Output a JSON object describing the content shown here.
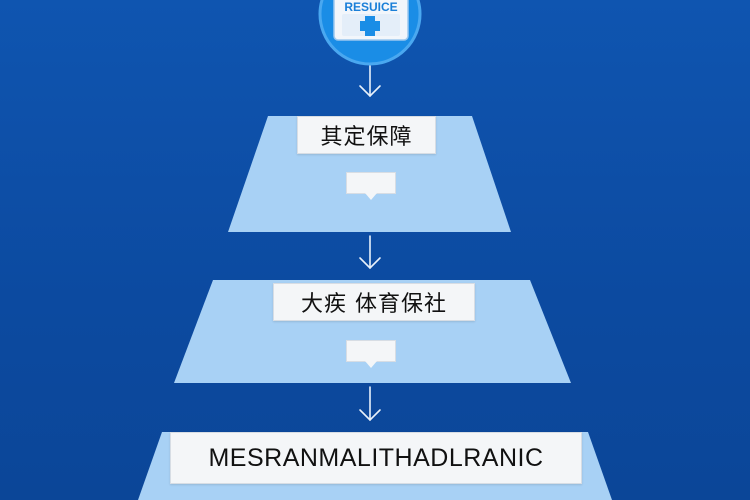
{
  "badge": {
    "text": "RESUICE",
    "icon": "medical-cross-icon"
  },
  "stages": [
    {
      "label": "其定保障"
    },
    {
      "label": "大疾 体育保社"
    },
    {
      "label": "MESRANMALITHADLRANIC"
    }
  ],
  "colors": {
    "background": "#0d4ea6",
    "funnel_fill": "#a8d1f5",
    "badge_fill": "#1a8de6",
    "label_box": "#f4f6f8",
    "arrow": "#e8f1fb"
  }
}
